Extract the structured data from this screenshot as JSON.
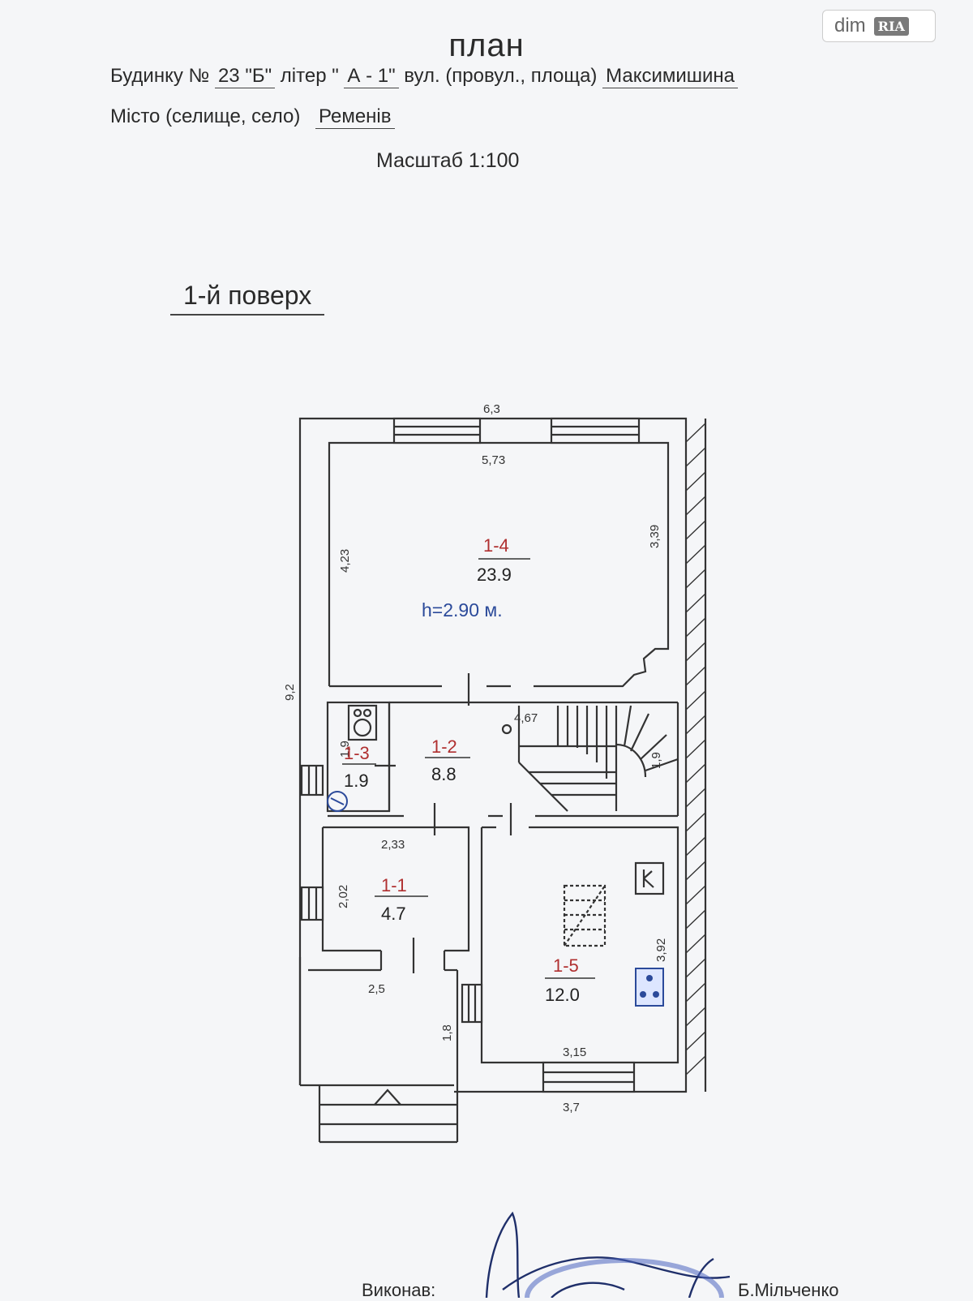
{
  "header": {
    "title": "план",
    "line1": {
      "prefix": "Будинку №",
      "number": "23 \"Б\"",
      "liter_label": "літер \"",
      "liter": "А - 1\"",
      "street_label": "вул. (провул., площа)",
      "street": "Максимишина"
    },
    "line2": {
      "city_label": "Місто (селище, село)",
      "city": "Ременів"
    },
    "scale": "Масштаб 1:100"
  },
  "floor_label": "1-й поверх",
  "plan": {
    "dims": {
      "top_outer": "6,3",
      "top_inner": "5,73",
      "left_4": "4,23",
      "right_4": "3,39",
      "left_outer": "9,2",
      "stair_w": "4,67",
      "stair_h": "1,9",
      "r3_h": "1,9",
      "r1_w": "2,33",
      "r1_h": "2,02",
      "porch_w": "2,5",
      "porch_h": "1,8",
      "r5_h": "3,92",
      "r5_w": "3,15",
      "bottom_outer": "3,7"
    },
    "rooms": [
      {
        "id": "1-4",
        "area": "23.9"
      },
      {
        "id": "1-2",
        "area": "8.8"
      },
      {
        "id": "1-3",
        "area": "1.9"
      },
      {
        "id": "1-1",
        "area": "4.7"
      },
      {
        "id": "1-5",
        "area": "12.0"
      }
    ],
    "height": "h=2.90 м."
  },
  "logo": {
    "text": "dim",
    "badge": "RIA"
  },
  "footer": {
    "label": "Виконав:",
    "name": "Б.Мільченко"
  },
  "colors": {
    "ink": "#2a2a2a",
    "room_id": "#b03030",
    "height": "#2b4a9a",
    "paper": "#f5f6f8"
  }
}
